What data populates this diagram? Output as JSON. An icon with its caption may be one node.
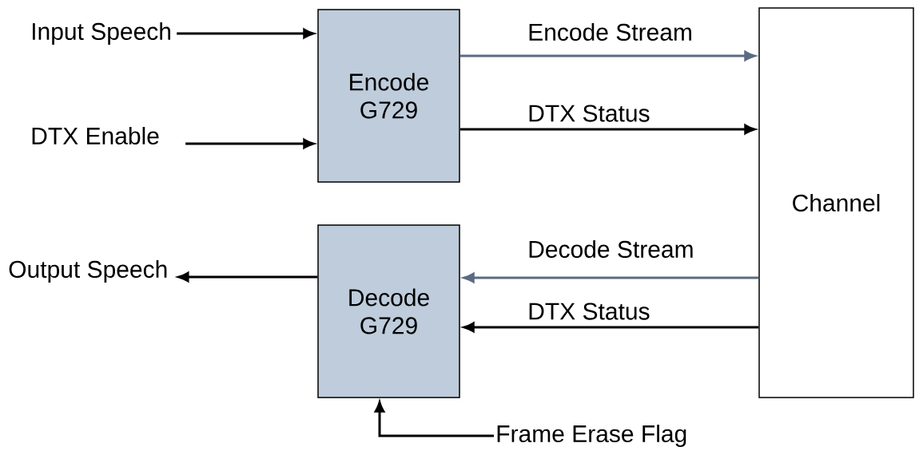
{
  "diagram": {
    "nodes": [
      {
        "text": [
          "Encode G729"
        ]
      },
      {
        "text": [
          "Decode G729"
        ]
      },
      {
        "text": [
          "Channel"
        ]
      },
      {
        "text": [
          "Input Speech"
        ]
      },
      {
        "text": [
          "DTX Enable"
        ]
      },
      {
        "text": [
          "Output Speech"
        ]
      },
      {
        "text": [
          "Frame Erase Flag"
        ]
      }
    ],
    "edges": [
      {
        "from": 3,
        "to": 0,
        "arrow": "to"
      },
      {
        "from": 4,
        "to": 0,
        "arrow": "to"
      },
      {
        "from": 0,
        "to": 2,
        "arrow": "to",
        "label": "Encode Stream",
        "color": "#5b6b82"
      },
      {
        "from": 0,
        "to": 2,
        "arrow": "to",
        "label": "DTX Status"
      },
      {
        "from": 2,
        "to": 1,
        "arrow": "to",
        "label": "Decode Stream",
        "color": "#5b6b82"
      },
      {
        "from": 2,
        "to": 1,
        "arrow": "to",
        "label": "DTX Status"
      },
      {
        "from": 1,
        "to": 5,
        "arrow": "to"
      },
      {
        "from": 6,
        "to": 1,
        "arrow": "to"
      }
    ]
  }
}
